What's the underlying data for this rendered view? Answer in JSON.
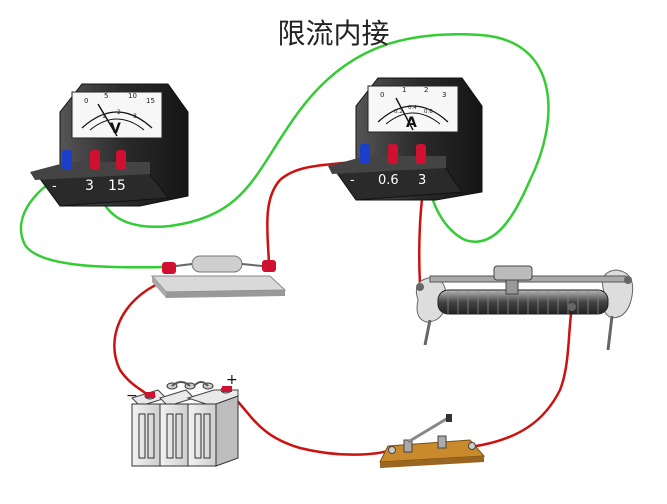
{
  "title": "限流内接",
  "voltmeter": {
    "symbol": "V",
    "scale_top": [
      "0",
      "5",
      "10",
      "15"
    ],
    "scale_bottom": [
      "1",
      "2",
      "3"
    ],
    "terminals": [
      "-",
      "3",
      "15"
    ]
  },
  "ammeter": {
    "symbol": "A",
    "scale_top": [
      "0",
      "1",
      "2",
      "3"
    ],
    "scale_bottom": [
      "0.2",
      "0.4",
      "0.6"
    ],
    "terminals": [
      "-",
      "0.6",
      "3"
    ]
  },
  "battery": {
    "positive_sign": "+",
    "negative_sign": "−"
  },
  "colors": {
    "wire_green": "#33cc33",
    "wire_red": "#cc1111",
    "terminal_red": "#d01030",
    "terminal_blue": "#1a3fcc",
    "switch_base": "#c98a2e"
  }
}
